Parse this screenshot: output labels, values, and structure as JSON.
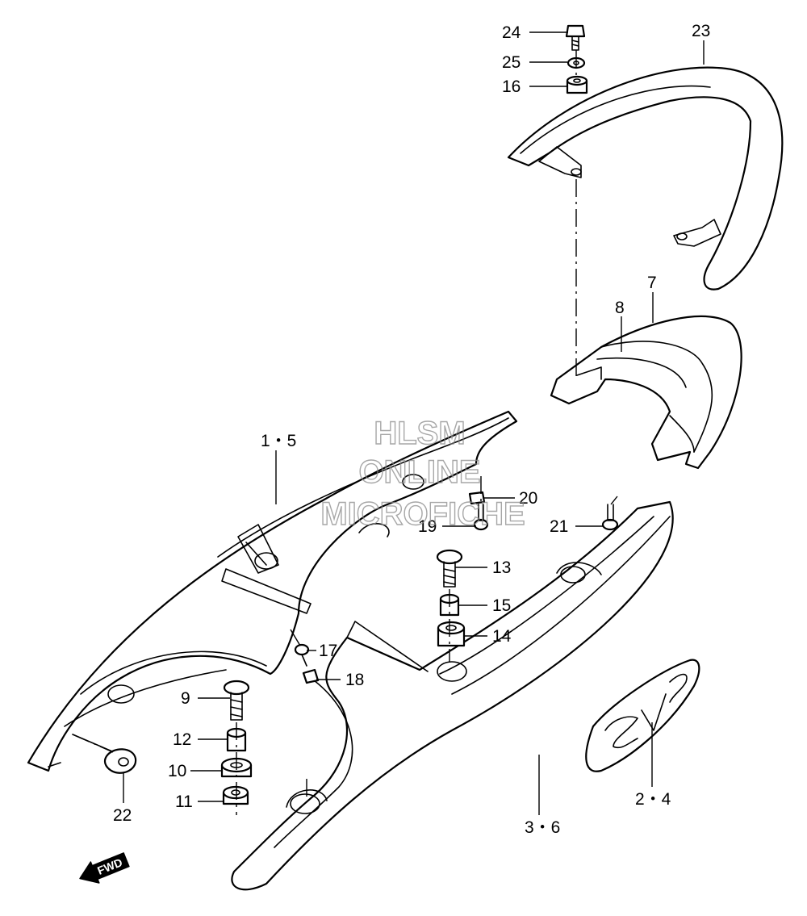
{
  "watermark": {
    "line1": "HLSM",
    "line2": "ONLINE",
    "line3": "MICROFICHE"
  },
  "direction_label": "FWD",
  "callouts": {
    "c24": "24",
    "c25": "25",
    "c16": "16",
    "c23": "23",
    "c7": "7",
    "c8": "8",
    "c1_5": "1・5",
    "c20": "20",
    "c19": "19",
    "c21": "21",
    "c13": "13",
    "c15": "15",
    "c14": "14",
    "c17": "17",
    "c18": "18",
    "c9": "9",
    "c12": "12",
    "c10": "10",
    "c11": "11",
    "c22": "22",
    "c2_4": "2・4",
    "c3_6": "3・6"
  },
  "colors": {
    "line": "#000000",
    "background": "#ffffff",
    "watermark": "#8a8a8a"
  }
}
